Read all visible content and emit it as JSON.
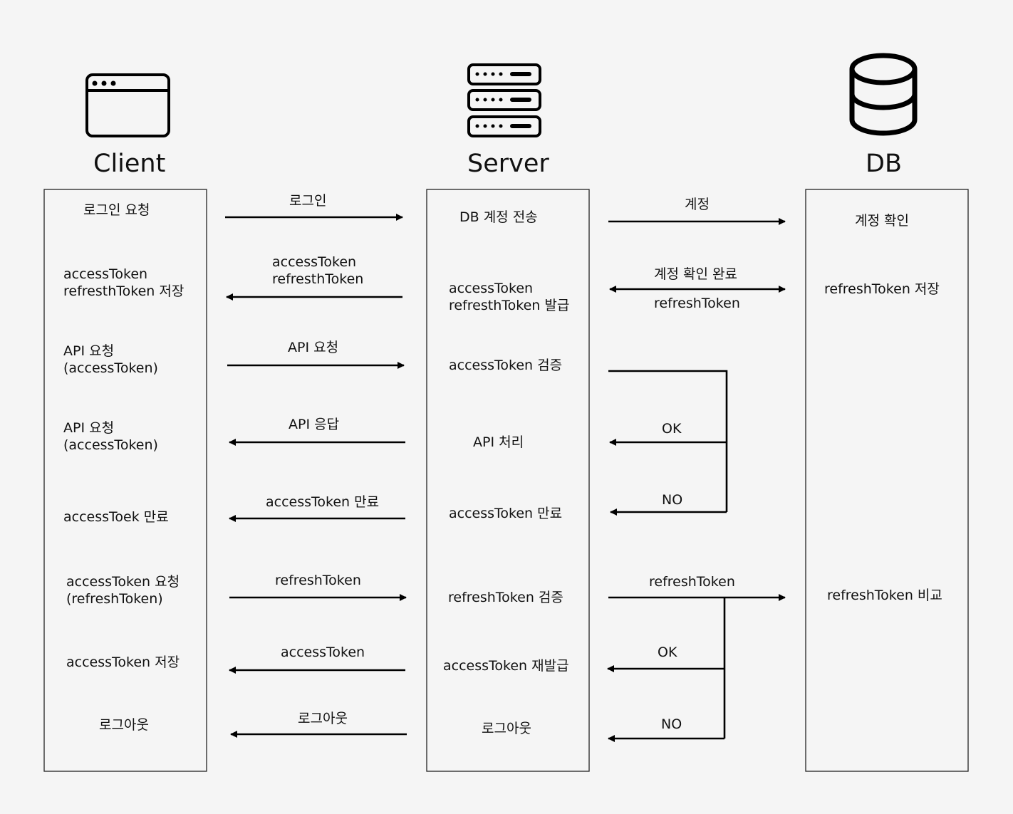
{
  "actors": {
    "client": "Client",
    "server": "Server",
    "db": "DB"
  },
  "client_notes": {
    "login": "로그인 요청",
    "store_tokens": "accessToken\nrefresthToken 저장",
    "api_request": "API 요청\n(accessToken)",
    "api_request_2": "API 요청\n(accessToken)",
    "expired": "accessToek 만료",
    "token_request": "accessToken 요청\n(refreshToken)",
    "store_access": "accessToken 저장",
    "logout": "로그아웃"
  },
  "server_notes": {
    "send_account": "DB 계정 전송",
    "issue_tokens": "accessToken\nrefresthToken 발급",
    "verify_access": "accessToken 검증",
    "process_api": "API 처리",
    "access_expired": "accessToken 만료",
    "verify_refresh": "refreshToken 검증",
    "reissue_access": "accessToken 재발급",
    "logout": "로그아웃"
  },
  "db_notes": {
    "check_account": "계정 확인",
    "store_refresh": "refreshToken 저장",
    "compare_refresh": "refreshToken 비교"
  },
  "messages": {
    "login": "로그인",
    "tokens": "accessToken\nrefresthToken",
    "api_request": "API 요청",
    "api_response": "API 응답",
    "access_expired": "accessToken 만료",
    "refresh_token": "refreshToken",
    "access_token": "accessToken",
    "logout": "로그아웃",
    "account": "계정",
    "account_ok": "계정 확인 완료",
    "db_refresh": "refreshToken",
    "ok_1": "OK",
    "no_1": "NO",
    "db_refresh_2": "refreshToken",
    "ok_2": "OK",
    "no_2": "NO"
  },
  "icons": {
    "client": "browser-window-icon",
    "server": "server-rack-icon",
    "db": "database-icon"
  }
}
